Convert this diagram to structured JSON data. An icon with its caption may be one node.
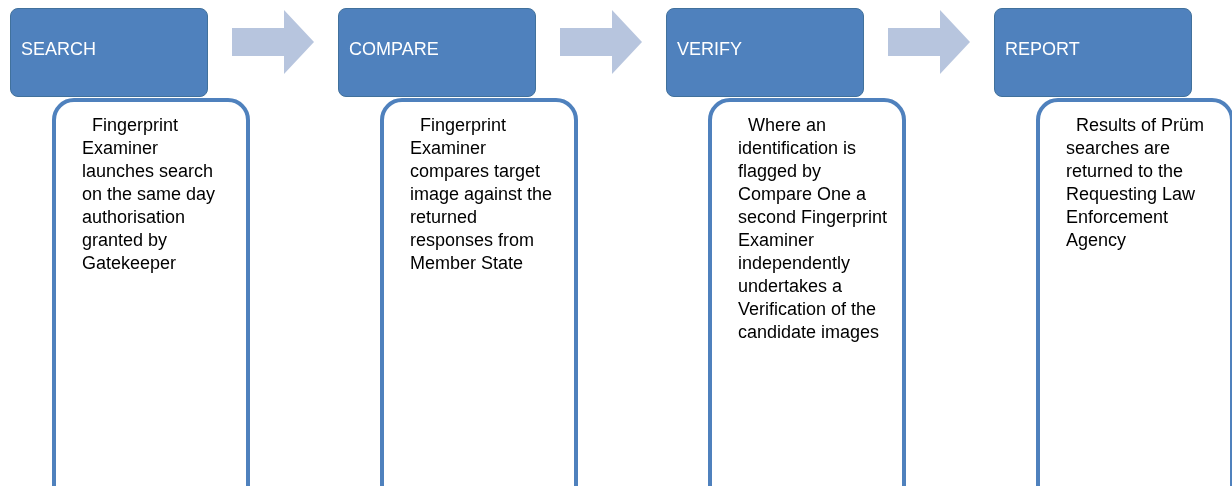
{
  "diagram": {
    "nodes": [
      {
        "text": [
          "SEARCH"
        ]
      },
      {
        "text": [
          "Fingerprint Examiner launches search on the same day authorisation granted by Gatekeeper"
        ]
      },
      {
        "text": [
          "COMPARE"
        ]
      },
      {
        "text": [
          "Fingerprint Examiner compares target image against the returned responses from Member State"
        ]
      },
      {
        "text": [
          "VERIFY"
        ]
      },
      {
        "text": [
          "Where an identification is flagged by Compare One a second Fingerprint Examiner independently undertakes a Verification of the candidate images"
        ]
      },
      {
        "text": [
          "REPORT"
        ]
      },
      {
        "text": [
          "Results of Prüm searches are returned to the Requesting Law Enforcement Agency"
        ]
      }
    ],
    "edges": [
      {
        "from": 0,
        "to": 2,
        "arrow": "to"
      },
      {
        "from": 2,
        "to": 4,
        "arrow": "to"
      },
      {
        "from": 4,
        "to": 6,
        "arrow": "to"
      }
    ]
  }
}
